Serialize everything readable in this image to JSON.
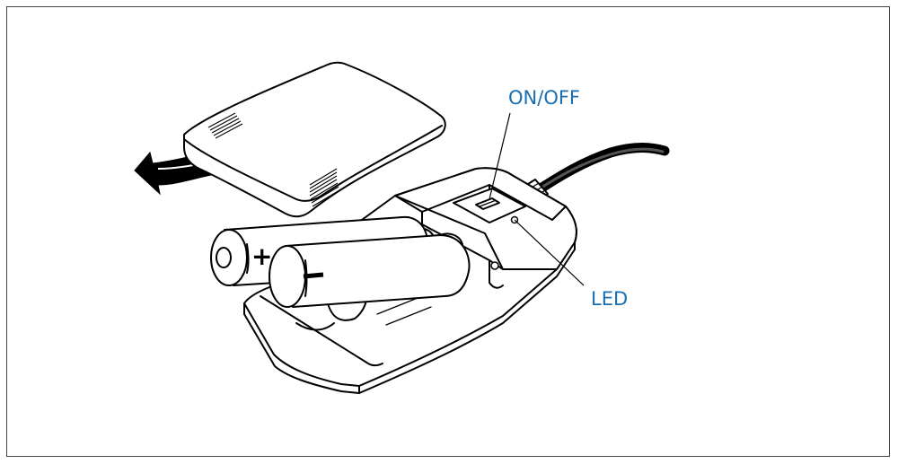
{
  "labels": {
    "on_off": "ON/OFF",
    "led": "LED"
  },
  "battery_marks": {
    "plus": "+",
    "minus": "−"
  },
  "colors": {
    "label": "#1a6fb0",
    "line": "#000000",
    "frame": "#444444"
  },
  "icons": [
    "arrow-icon",
    "cable"
  ]
}
